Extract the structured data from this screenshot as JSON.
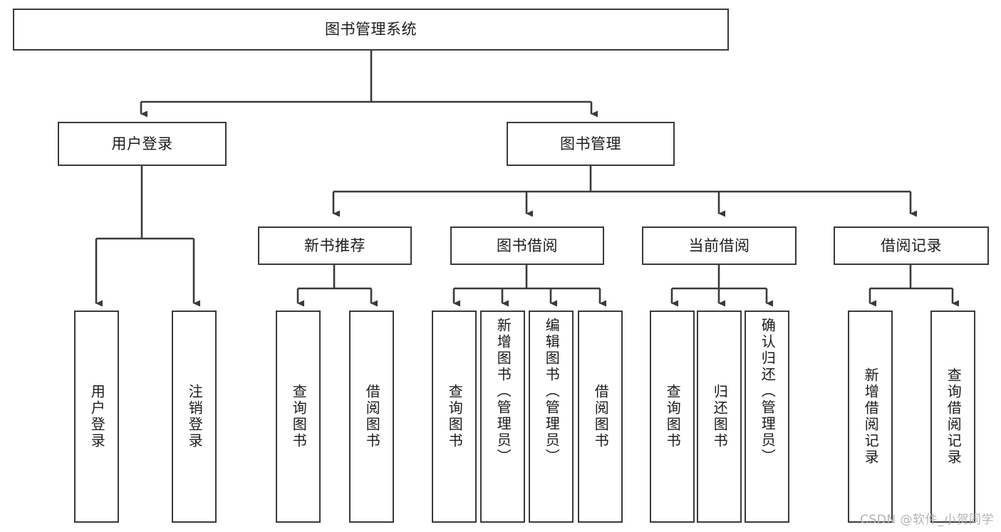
{
  "diagram": {
    "title": "图书管理系统",
    "watermark": "CSDN @软件_小贺同学",
    "accent_color": "#3a3a3a",
    "background_color": "#ffffff",
    "text_color": "#1b1b1b",
    "watermark_color": "#b4b4b4"
  },
  "root": {
    "label": "图书管理系统"
  },
  "level1": [
    {
      "label": "用户登录"
    },
    {
      "label": "图书管理"
    }
  ],
  "level2": [
    {
      "label": "新书推荐"
    },
    {
      "label": "图书借阅"
    },
    {
      "label": "当前借阅"
    },
    {
      "label": "借阅记录"
    }
  ],
  "leaves": {
    "user_login": [
      {
        "label": "用户登录"
      },
      {
        "label": "注销登录"
      }
    ],
    "new_book_recommend": [
      {
        "label": "查询图书"
      },
      {
        "label": "借阅图书"
      }
    ],
    "book_borrow": [
      {
        "label": "查询图书"
      },
      {
        "label": "新增图书（管理员）"
      },
      {
        "label": "编辑图书（管理员）"
      },
      {
        "label": "借阅图书"
      }
    ],
    "current_borrow": [
      {
        "label": "查询图书"
      },
      {
        "label": "归还图书"
      },
      {
        "label": "确认归还（管理员）"
      }
    ],
    "borrow_record": [
      {
        "label": "新增借阅记录"
      },
      {
        "label": "查询借阅记录"
      }
    ]
  }
}
